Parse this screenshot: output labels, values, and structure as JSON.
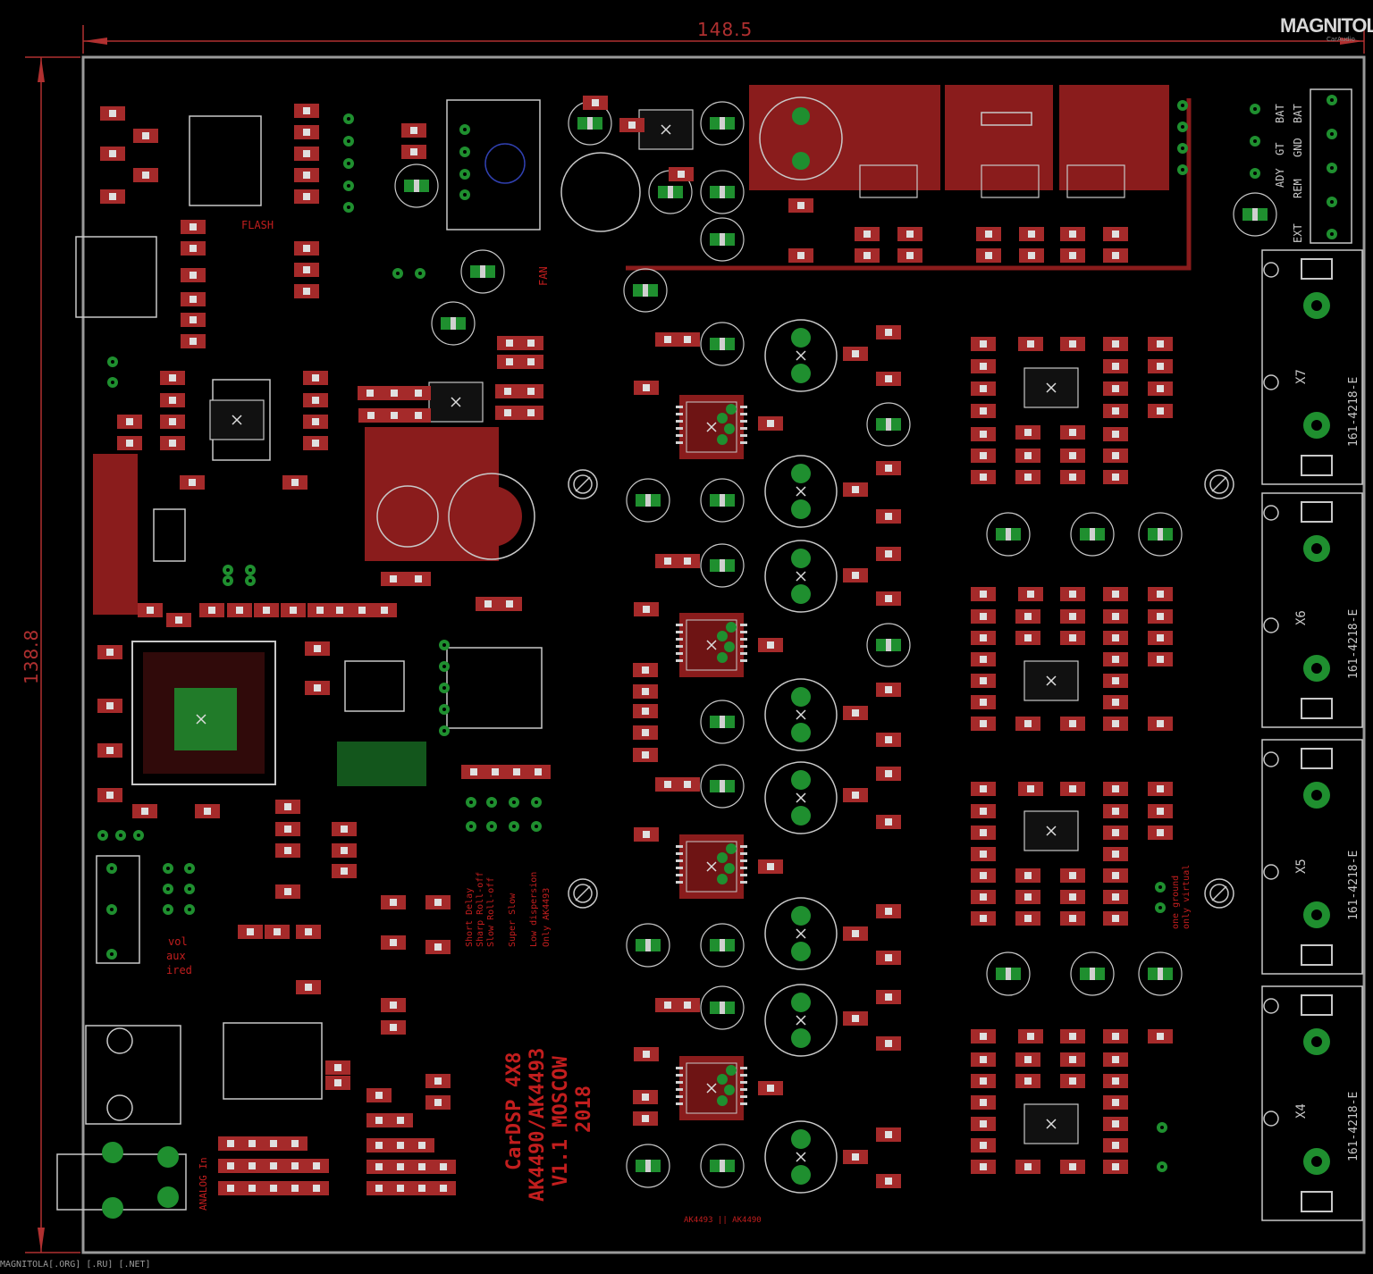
{
  "brand": {
    "logo": "MAGNITOLA",
    "sub": "CarAudio"
  },
  "footer": {
    "text": "MAGNITOLA[.ORG] [.RU] [.NET]"
  },
  "dimensions": {
    "width_label": "148.5",
    "height_label": "138.8"
  },
  "board_title": {
    "lines": [
      "CarDSP 4X8",
      "AK4490/AK4493",
      "V1.1  MOSCOW",
      "2018"
    ]
  },
  "connectors": [
    {
      "ref": "X7",
      "part": "161-4218-E"
    },
    {
      "ref": "X6",
      "part": "161-4218-E"
    },
    {
      "ref": "X5",
      "part": "161-4218-E"
    },
    {
      "ref": "X4",
      "part": "161-4218-E"
    }
  ],
  "power_pins": [
    "BAT",
    "GND",
    "BAT",
    "ADY",
    "GT",
    "REM",
    "EXT"
  ],
  "labels": {
    "flash": "FLASH",
    "fan": "FAN",
    "analog_in": "ANALOG In",
    "filter_block": [
      "Short Delay",
      "Sharp Roll-off",
      "Slow Roll-off",
      "Super Slow",
      "Low dispersion",
      "Only AK4493"
    ],
    "ground_note": [
      "one ground",
      "only virtual"
    ],
    "misc": [
      "vol",
      "aux",
      "ired"
    ],
    "ak_note": "AK4493 || AK4490"
  },
  "colors": {
    "background": "#000000",
    "copper": "#8a1c1c",
    "pad": "#a52a2a",
    "silkscreen": "#c8c8c8",
    "via": "#1f8f2f",
    "outline": "#9a9a9a",
    "dimension": "#b03030"
  }
}
